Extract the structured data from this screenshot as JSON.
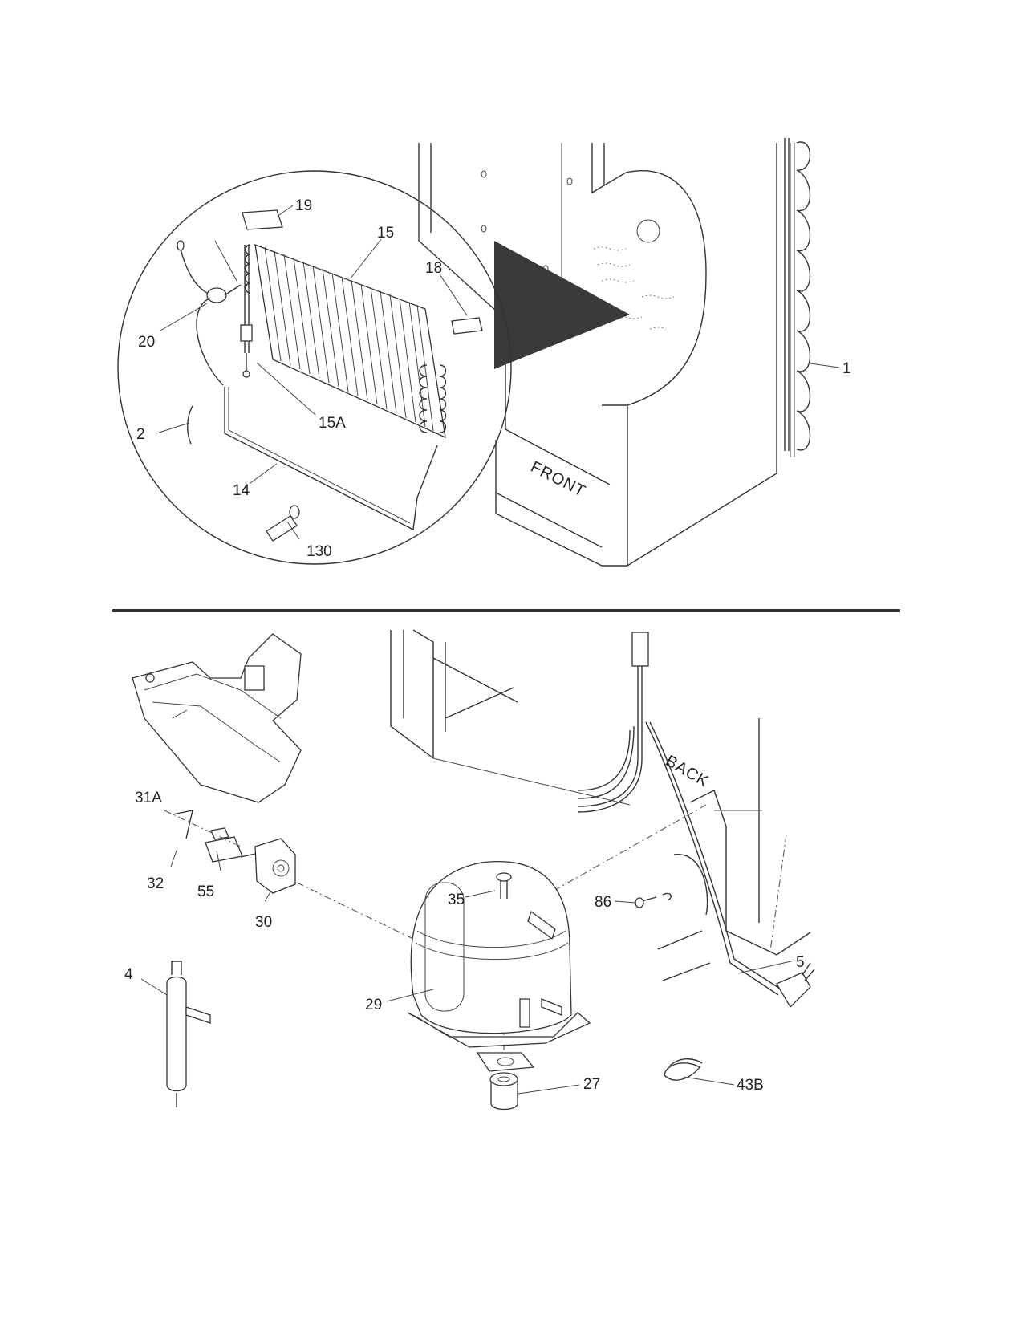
{
  "top_panel": {
    "labels": {
      "l1": "1",
      "l2": "2",
      "l14": "14",
      "l15": "15",
      "l15a": "15A",
      "l18": "18",
      "l19": "19",
      "l20": "20",
      "l130": "130",
      "front": "FRONT"
    }
  },
  "bottom_panel": {
    "labels": {
      "l4": "4",
      "l5": "5",
      "l27": "27",
      "l29": "29",
      "l30": "30",
      "l31a": "31A",
      "l32": "32",
      "l35": "35",
      "l43b": "43B",
      "l55": "55",
      "l86": "86",
      "back": "BACK"
    }
  }
}
